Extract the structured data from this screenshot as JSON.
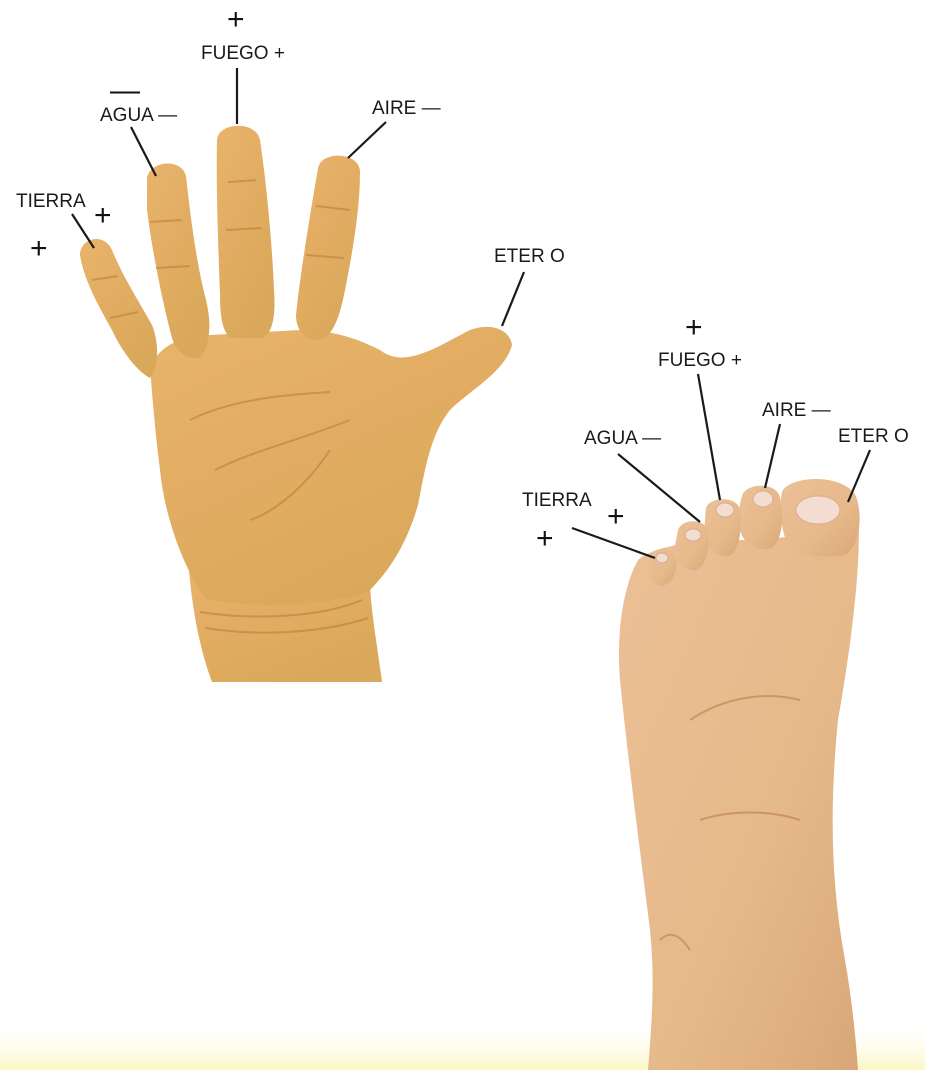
{
  "colors": {
    "skin": "#e3b067",
    "skin_shadow": "#c88d45",
    "foot_skin": "#e9bd8f",
    "line": "#1a1a1a",
    "background": "#ffffff",
    "bottom_tint": "#fbf7c4"
  },
  "hand": {
    "fingers": [
      {
        "element": "TIERRA",
        "label": "TIERRA",
        "sign_a": "+",
        "sign_b": "+"
      },
      {
        "element": "AGUA",
        "label": "AGUA —",
        "sign_top": "—"
      },
      {
        "element": "FUEGO",
        "label": "FUEGO +",
        "sign_top": "+"
      },
      {
        "element": "AIRE",
        "label": "AIRE —"
      },
      {
        "element": "ETER",
        "label": "ETER O"
      }
    ]
  },
  "foot": {
    "toes": [
      {
        "element": "TIERRA",
        "label": "TIERRA",
        "sign_a": "+",
        "sign_b": "+"
      },
      {
        "element": "AGUA",
        "label": "AGUA —"
      },
      {
        "element": "FUEGO",
        "label": "FUEGO +",
        "sign_top": "+"
      },
      {
        "element": "AIRE",
        "label": "AIRE —"
      },
      {
        "element": "ETER",
        "label": "ETER O"
      }
    ]
  }
}
